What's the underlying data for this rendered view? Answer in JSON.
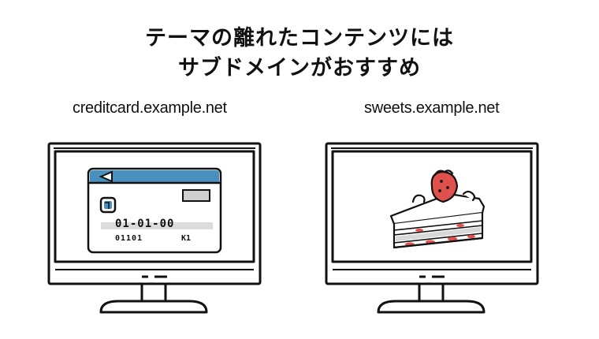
{
  "title": {
    "line1": "テーマの離れたコンテンツには",
    "line2": "サブドメインがおすすめ"
  },
  "monitors": [
    {
      "domain": "creditcard.example.net",
      "illustration": "credit-card",
      "card": {
        "number_text": "01-01-00",
        "name_text": "01101",
        "expiry_text": "K1"
      }
    },
    {
      "domain": "sweets.example.net",
      "illustration": "strawberry-shortcake"
    }
  ],
  "colors": {
    "card_header": "#4a90bf",
    "strawberry": "#e0504c",
    "line": "#111111"
  }
}
